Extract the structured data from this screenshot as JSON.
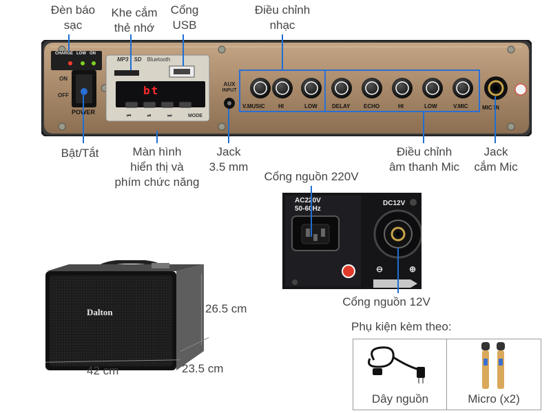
{
  "callouts": {
    "charge_indicator": [
      "Đèn báo",
      "sạc"
    ],
    "card_slot": [
      "Khe cắm",
      "thẻ nhớ"
    ],
    "usb_port": [
      "Cổng",
      "USB"
    ],
    "music_adjust": [
      "Điều chỉnh",
      "nhạc"
    ],
    "power_switch": [
      "Bật/Tắt"
    ],
    "display_keys": [
      "Màn hình",
      "hiển thị và",
      "phím chức năng"
    ],
    "aux_jack": [
      "Jack",
      "3.5 mm"
    ],
    "mic_adjust": [
      "Điều chỉnh",
      "âm thanh Mic"
    ],
    "mic_jack": [
      "Jack",
      "cắm Mic"
    ],
    "ac_port": [
      "Cổng nguồn 220V"
    ],
    "dc_port": [
      "Cổng nguồn 12V"
    ],
    "accessories": [
      "Phụ kiện kèm theo:"
    ]
  },
  "panel": {
    "indicator_labels": [
      "CHARGE",
      "LOW",
      "ON"
    ],
    "switch_on": "ON",
    "switch_off": "OFF",
    "power": "POWER",
    "logos": [
      "MP3",
      "SD",
      "Bluetooth"
    ],
    "display_text": "bt",
    "button_labels": [
      "⏮",
      "⏯",
      "⏭",
      "MODE"
    ],
    "aux": [
      "AUX",
      "INPUT"
    ],
    "knobs_music": [
      "V.MUSIC",
      "HI",
      "LOW"
    ],
    "knobs_mic": [
      "DELAY",
      "ECHO",
      "HI",
      "LOW",
      "V.MIC"
    ],
    "mic_in": "MIC IN"
  },
  "power_panel": {
    "ac_label": [
      "AC220V",
      "50-60Hz"
    ],
    "dc_label": "DC12V",
    "polarity": [
      "⊖",
      "⊕"
    ]
  },
  "speaker": {
    "brand": "Dalton",
    "height": "26.5 cm",
    "width": "42 cm",
    "depth": "23.5 cm"
  },
  "accessory_items": [
    "Dây nguồn",
    "Micro (x2)"
  ],
  "colors": {
    "callout_line": "#1d6fd6",
    "panel_metal": "#a88a6a",
    "display_red": "#ff2a2a",
    "led_red": "#ff3b2f",
    "led_green": "#7ed321"
  }
}
